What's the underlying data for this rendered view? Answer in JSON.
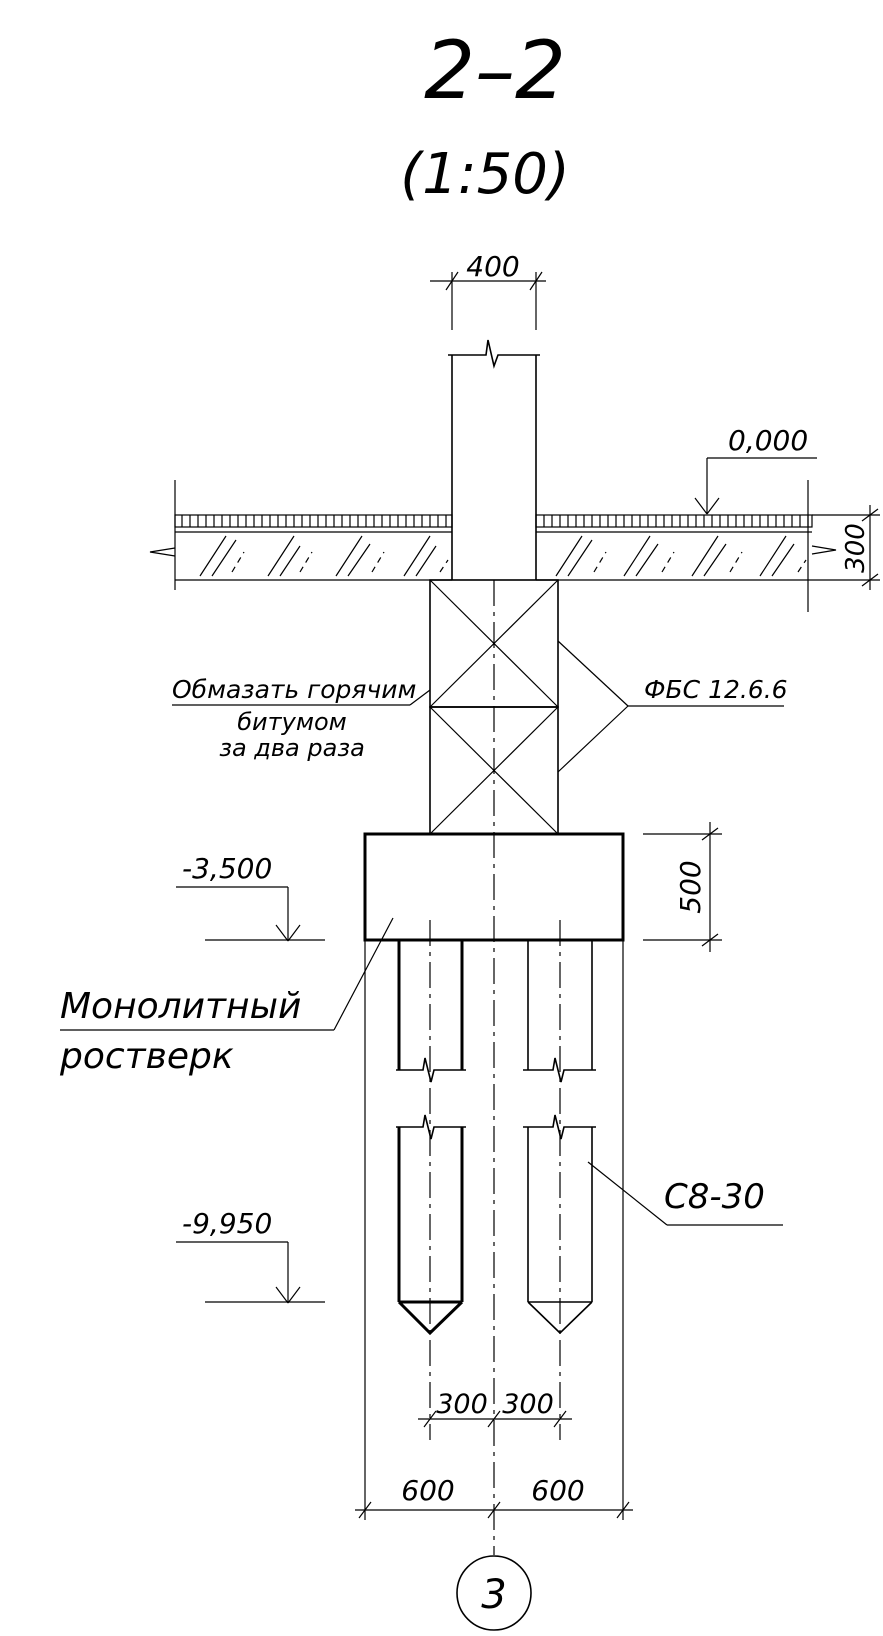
{
  "drawing": {
    "section_title": "2–2",
    "scale": "(1:50)",
    "dims": {
      "column_width": "400",
      "floor_thickness": "300",
      "cap_height": "500",
      "pile_offset_left": "300",
      "pile_offset_right": "300",
      "cap_half_left": "600",
      "cap_half_right": "600"
    },
    "levels": {
      "floor": "0,000",
      "cap_bottom": "-3,500",
      "pile_tip": "-9,950"
    },
    "notes": {
      "coating_line1": "Обмазать горячим",
      "coating_line2": "битумом",
      "coating_line3": "за два раза",
      "blocks": "ФБС 12.6.6",
      "cap_line1": "Монолитный",
      "cap_line2": "ростверк",
      "pile": "С8-30"
    },
    "axis_marker": "3"
  }
}
